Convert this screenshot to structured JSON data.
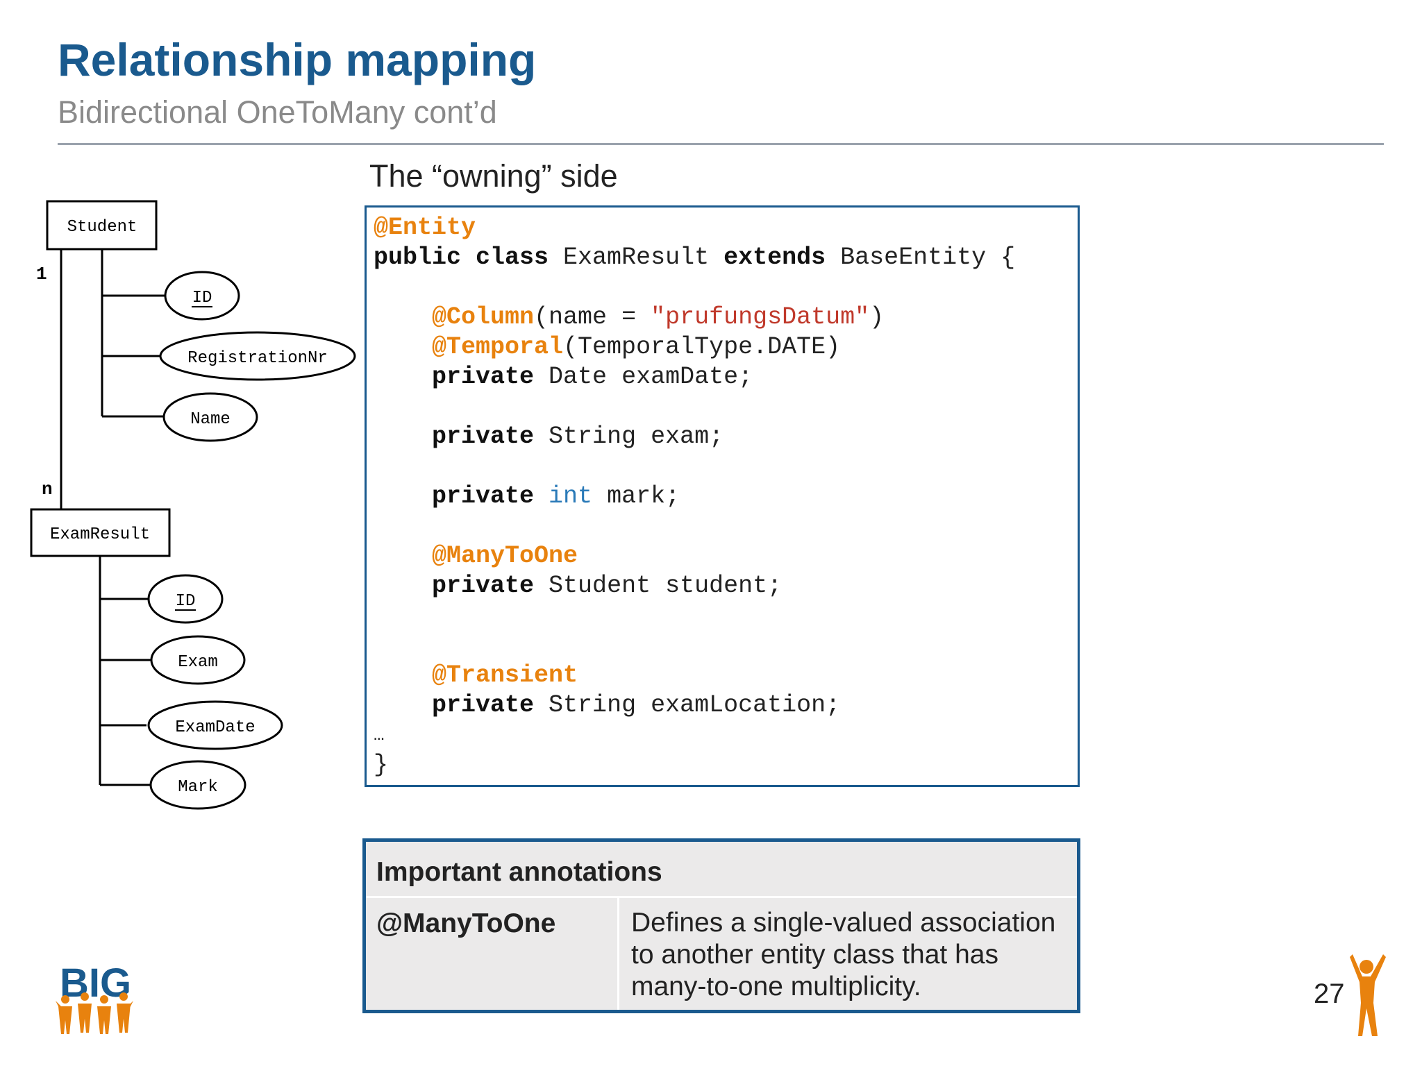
{
  "header": {
    "title": "Relationship mapping",
    "subtitle": "Bidirectional OneToMany cont’d"
  },
  "section_label": "The “owning” side",
  "diagram": {
    "entity_student": "Student",
    "entity_examresult": "ExamResult",
    "student_attrs": [
      "ID",
      "RegistrationNr",
      "Name"
    ],
    "examresult_attrs": [
      "ID",
      "Exam",
      "ExamDate",
      "Mark"
    ],
    "card_one": "1",
    "card_many": "n"
  },
  "code": {
    "l1_ann": "@Entity",
    "l2_kw1": "public class",
    "l2_t1": " ExamResult ",
    "l2_kw2": "extends",
    "l2_t2": " BaseEntity {",
    "l3_ann": "@Column",
    "l3_t1": "(name = ",
    "l3_str": "\"prufungsDatum\"",
    "l3_t2": ")",
    "l4_ann": "@Temporal",
    "l4_t1": "(TemporalType.DATE)",
    "l5_kw": "private",
    "l5_t": " Date examDate;",
    "l6_kw": "private",
    "l6_t": " String exam;",
    "l7_kw": "private",
    "l7_typ": " int",
    "l7_t": " mark;",
    "l8_ann": "@ManyToOne",
    "l9_kw": "private",
    "l9_t": " Student student;",
    "l10_ann": "@Transient",
    "l11_kw": "private",
    "l11_t": " String examLocation;",
    "ellipsis": "…",
    "close": "}"
  },
  "annotations_table": {
    "title": "Important annotations",
    "term": "@ManyToOne",
    "definition": "Defines a single-valued association to another entity class that has many-to-one multiplicity."
  },
  "logo_text": "BIG",
  "page_number": "27",
  "colors": {
    "title_blue": "#1a5a8e",
    "annotation_orange": "#e8820e",
    "string_red": "#c0392b",
    "type_blue": "#2a7ab8",
    "table_bg": "#ebeaea"
  }
}
